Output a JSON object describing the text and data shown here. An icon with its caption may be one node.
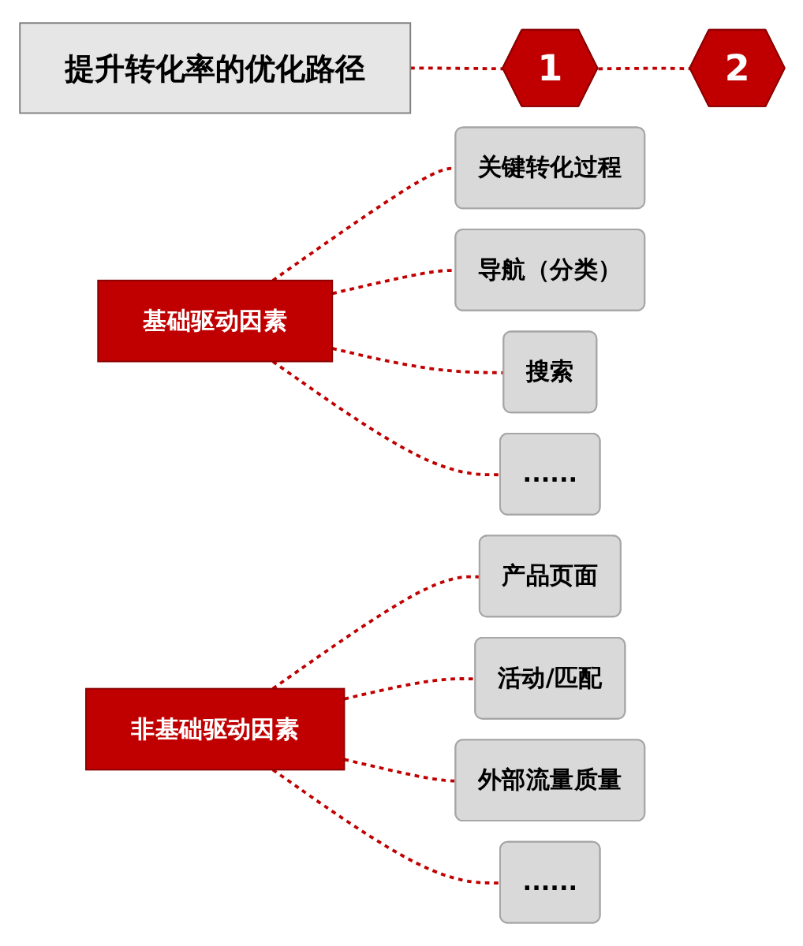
{
  "diagram": {
    "nodes": [
      {
        "text": [
          "提升转化率的优化路径"
        ]
      },
      {
        "text": [
          "1"
        ]
      },
      {
        "text": [
          "基础驱动因素"
        ]
      },
      {
        "text": [
          "关键转化过程"
        ]
      },
      {
        "text": [
          "导航（分类）"
        ]
      },
      {
        "text": [
          "搜索"
        ]
      },
      {
        "text": [
          "......"
        ]
      },
      {
        "text": [
          "2"
        ]
      },
      {
        "text": [
          "非基础驱动因素"
        ]
      },
      {
        "text": [
          "产品页面"
        ]
      },
      {
        "text": [
          "活动/匹配"
        ]
      },
      {
        "text": [
          "外部流量质量"
        ]
      },
      {
        "text": [
          "......"
        ]
      }
    ],
    "edges": [
      {
        "from": 0,
        "to": 1,
        "arrow": "none",
        "style": "dashed"
      },
      {
        "from": 1,
        "to": 7,
        "arrow": "none",
        "style": "dashed"
      },
      {
        "from": 2,
        "to": 3,
        "arrow": "none",
        "style": "dashed"
      },
      {
        "from": 2,
        "to": 4,
        "arrow": "none",
        "style": "dashed"
      },
      {
        "from": 2,
        "to": 5,
        "arrow": "none",
        "style": "dashed"
      },
      {
        "from": 2,
        "to": 6,
        "arrow": "none",
        "style": "dashed"
      },
      {
        "from": 8,
        "to": 9,
        "arrow": "none",
        "style": "dashed"
      },
      {
        "from": 8,
        "to": 10,
        "arrow": "none",
        "style": "dashed"
      },
      {
        "from": 8,
        "to": 11,
        "arrow": "none",
        "style": "dashed"
      },
      {
        "from": 8,
        "to": 12,
        "arrow": "none",
        "style": "dashed"
      }
    ]
  }
}
